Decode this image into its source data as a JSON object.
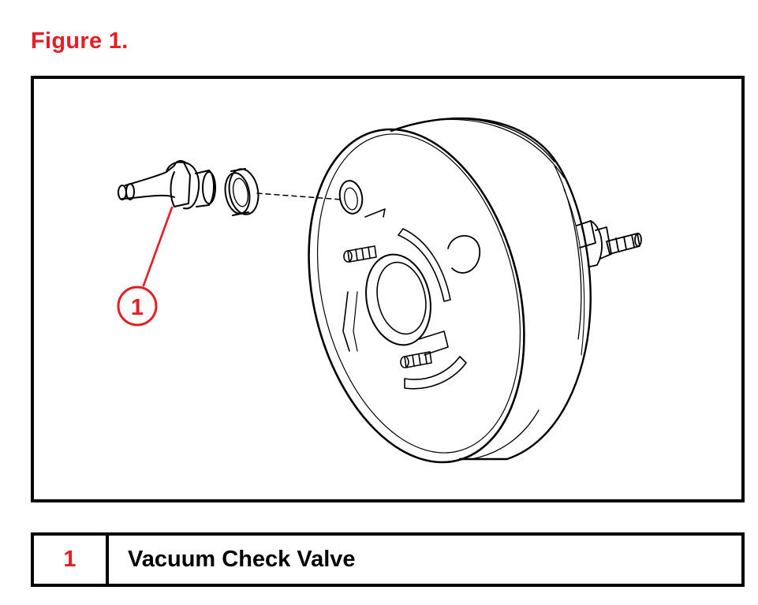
{
  "figure": {
    "title": "Figure 1."
  },
  "diagram": {
    "callouts": [
      {
        "number": "1"
      }
    ]
  },
  "legend": {
    "rows": [
      {
        "number": "1",
        "label": "Vacuum Check Valve"
      }
    ]
  },
  "colors": {
    "accent_red": "#e31e24",
    "line_black": "#000000"
  }
}
